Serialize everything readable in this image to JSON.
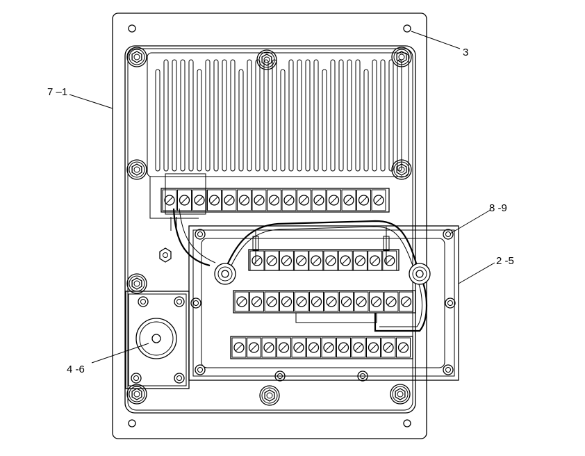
{
  "callouts": [
    {
      "id": "3",
      "label": "3"
    },
    {
      "id": "7-1",
      "label": "7 –1"
    },
    {
      "id": "8-9",
      "label": "8 -9"
    },
    {
      "id": "2-5",
      "label": "2 -5"
    },
    {
      "id": "4-6",
      "label": "4 -6"
    }
  ],
  "colors": {
    "line": "#000000",
    "background": "#ffffff"
  },
  "icons": [
    "hex-bolt-icon",
    "screw-terminal-icon",
    "mounting-hole-icon",
    "ring-terminal-icon"
  ]
}
